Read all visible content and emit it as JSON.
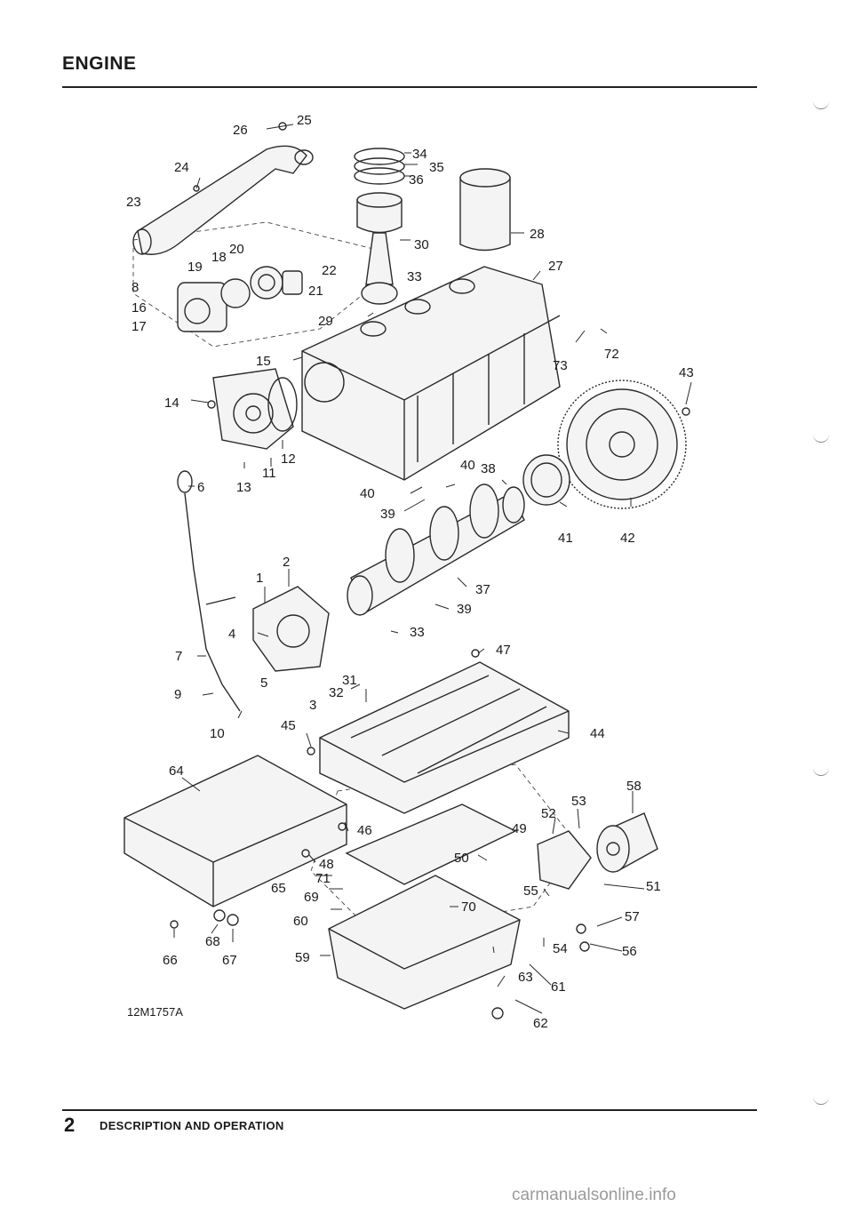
{
  "header": {
    "title": "ENGINE"
  },
  "figure": {
    "reference": "12M1757A",
    "callouts": [
      "1",
      "2",
      "3",
      "4",
      "5",
      "6",
      "7",
      "8",
      "9",
      "10",
      "11",
      "12",
      "13",
      "14",
      "15",
      "16",
      "17",
      "18",
      "19",
      "20",
      "21",
      "22",
      "23",
      "24",
      "25",
      "26",
      "27",
      "28",
      "29",
      "30",
      "31",
      "32",
      "33",
      "33",
      "34",
      "35",
      "36",
      "37",
      "38",
      "39",
      "39",
      "40",
      "40",
      "41",
      "42",
      "43",
      "44",
      "45",
      "46",
      "47",
      "48",
      "49",
      "50",
      "51",
      "52",
      "53",
      "54",
      "55",
      "56",
      "57",
      "58",
      "59",
      "60",
      "61",
      "62",
      "63",
      "64",
      "65",
      "66",
      "67",
      "68",
      "69",
      "70",
      "71",
      "72",
      "73"
    ]
  },
  "footer": {
    "page_number": "2",
    "section": "DESCRIPTION AND OPERATION"
  },
  "watermark": "carmanualsonline.info"
}
